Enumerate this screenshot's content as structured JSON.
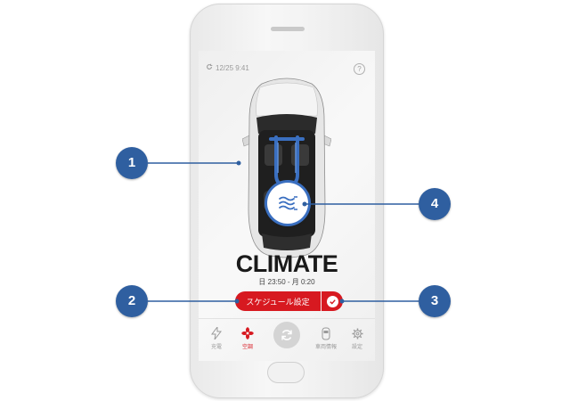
{
  "status": {
    "time": "12/25 9:41"
  },
  "help": {
    "label": "?"
  },
  "climate": {
    "title": "CLIMATE",
    "schedule_range": "日 23:50 - 月 0:20"
  },
  "buttons": {
    "schedule_label": "スケジュール設定"
  },
  "tabs": [
    {
      "label": "充電",
      "icon": "bolt-icon",
      "active": false
    },
    {
      "label": "空調",
      "icon": "fan-icon",
      "active": true
    },
    {
      "label": "",
      "icon": "refresh-icon",
      "active": false
    },
    {
      "label": "車両情報",
      "icon": "car-info-icon",
      "active": false
    },
    {
      "label": "設定",
      "icon": "gear-icon",
      "active": false
    }
  ],
  "callouts": [
    "1",
    "2",
    "3",
    "4"
  ],
  "colors": {
    "accent": "#d71920",
    "callout": "#2f5fa0",
    "airflow": "#3a6fc0"
  }
}
